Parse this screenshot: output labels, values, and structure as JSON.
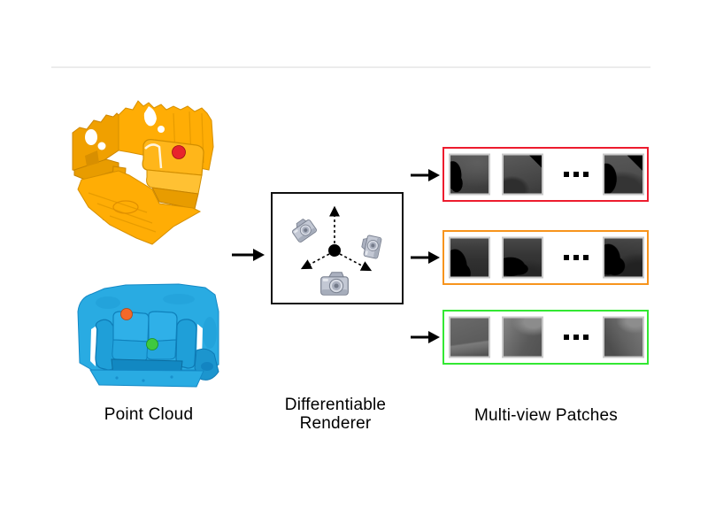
{
  "figure": {
    "point_cloud": {
      "label": "Point Cloud",
      "scenes": [
        {
          "name": "office-room-scan",
          "base_color": "#FFAD05",
          "markers": [
            {
              "name": "query-point",
              "color": "#E8242C"
            }
          ]
        },
        {
          "name": "couch-scan",
          "base_color": "#29ABE2",
          "markers": [
            {
              "name": "query-point",
              "color": "#F2692A"
            },
            {
              "name": "query-point",
              "color": "#3FC93F"
            }
          ]
        }
      ]
    },
    "renderer": {
      "label_line1": "Differentiable",
      "label_line2": "Renderer"
    },
    "patches": {
      "label": "Multi-view Patches",
      "ellipsis": "...",
      "rows": [
        {
          "name": "view-set-1",
          "border_color": "#ED1C2E"
        },
        {
          "name": "view-set-2",
          "border_color": "#F7941D"
        },
        {
          "name": "view-set-3",
          "border_color": "#33E833"
        }
      ]
    }
  }
}
